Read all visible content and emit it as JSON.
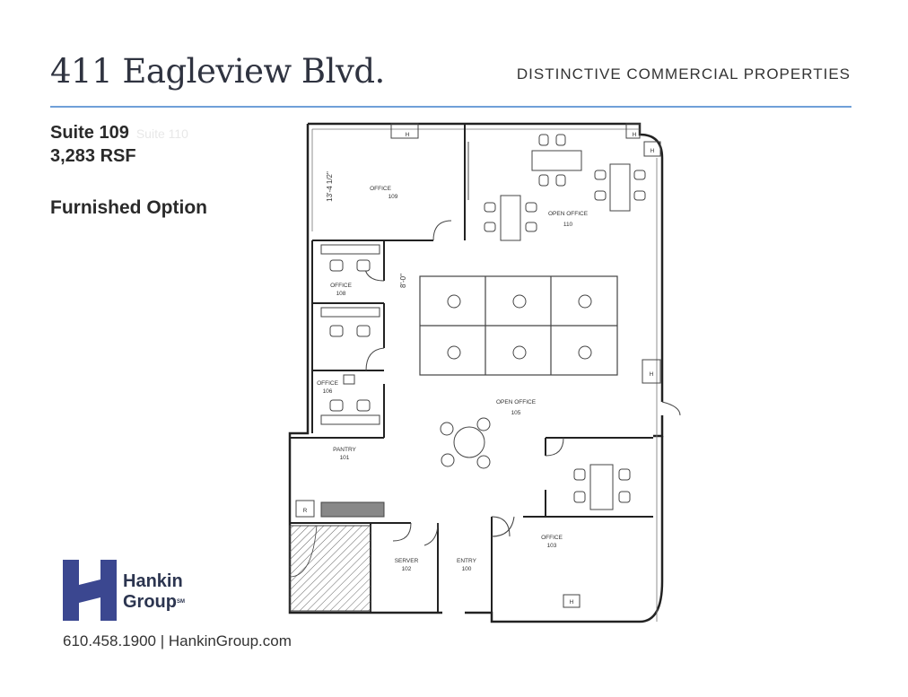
{
  "header": {
    "title": "411 Eagleview Blvd.",
    "tagline": "DISTINCTIVE COMMERCIAL PROPERTIES"
  },
  "suite": {
    "name": "Suite 109",
    "alt_name": "Suite 110",
    "area": "3,283 RSF",
    "option": "Furnished Option"
  },
  "floorplan": {
    "rooms": {
      "office_109": {
        "label": "OFFICE",
        "number": "109"
      },
      "open_office_110": {
        "label": "OPEN OFFICE",
        "number": "110"
      },
      "office_108": {
        "label": "OFFICE",
        "number": "108"
      },
      "office_106": {
        "label": "OFFICE",
        "number": "106"
      },
      "open_office_105": {
        "label": "OPEN OFFICE",
        "number": "105"
      },
      "pantry_101": {
        "label": "PANTRY",
        "number": "101"
      },
      "server_102": {
        "label": "SERVER",
        "number": "102"
      },
      "entry_100": {
        "label": "ENTRY",
        "number": "100"
      },
      "office_103": {
        "label": "OFFICE",
        "number": "103"
      }
    },
    "dimensions": {
      "office_109_depth": "13'-4 1/2\"",
      "corridor_width": "8'-0\""
    },
    "markers": {
      "hydrant": "H",
      "refrigerator": "R"
    }
  },
  "brand": {
    "name_line1": "Hankin",
    "name_line2": "Group",
    "mark": "SM",
    "color": "#3b4790"
  },
  "contact": {
    "phone": "610.458.1900",
    "separator": "|",
    "website": "HankinGroup.com"
  },
  "colors": {
    "rule": "#6fa0d8",
    "title": "#2f3340"
  }
}
